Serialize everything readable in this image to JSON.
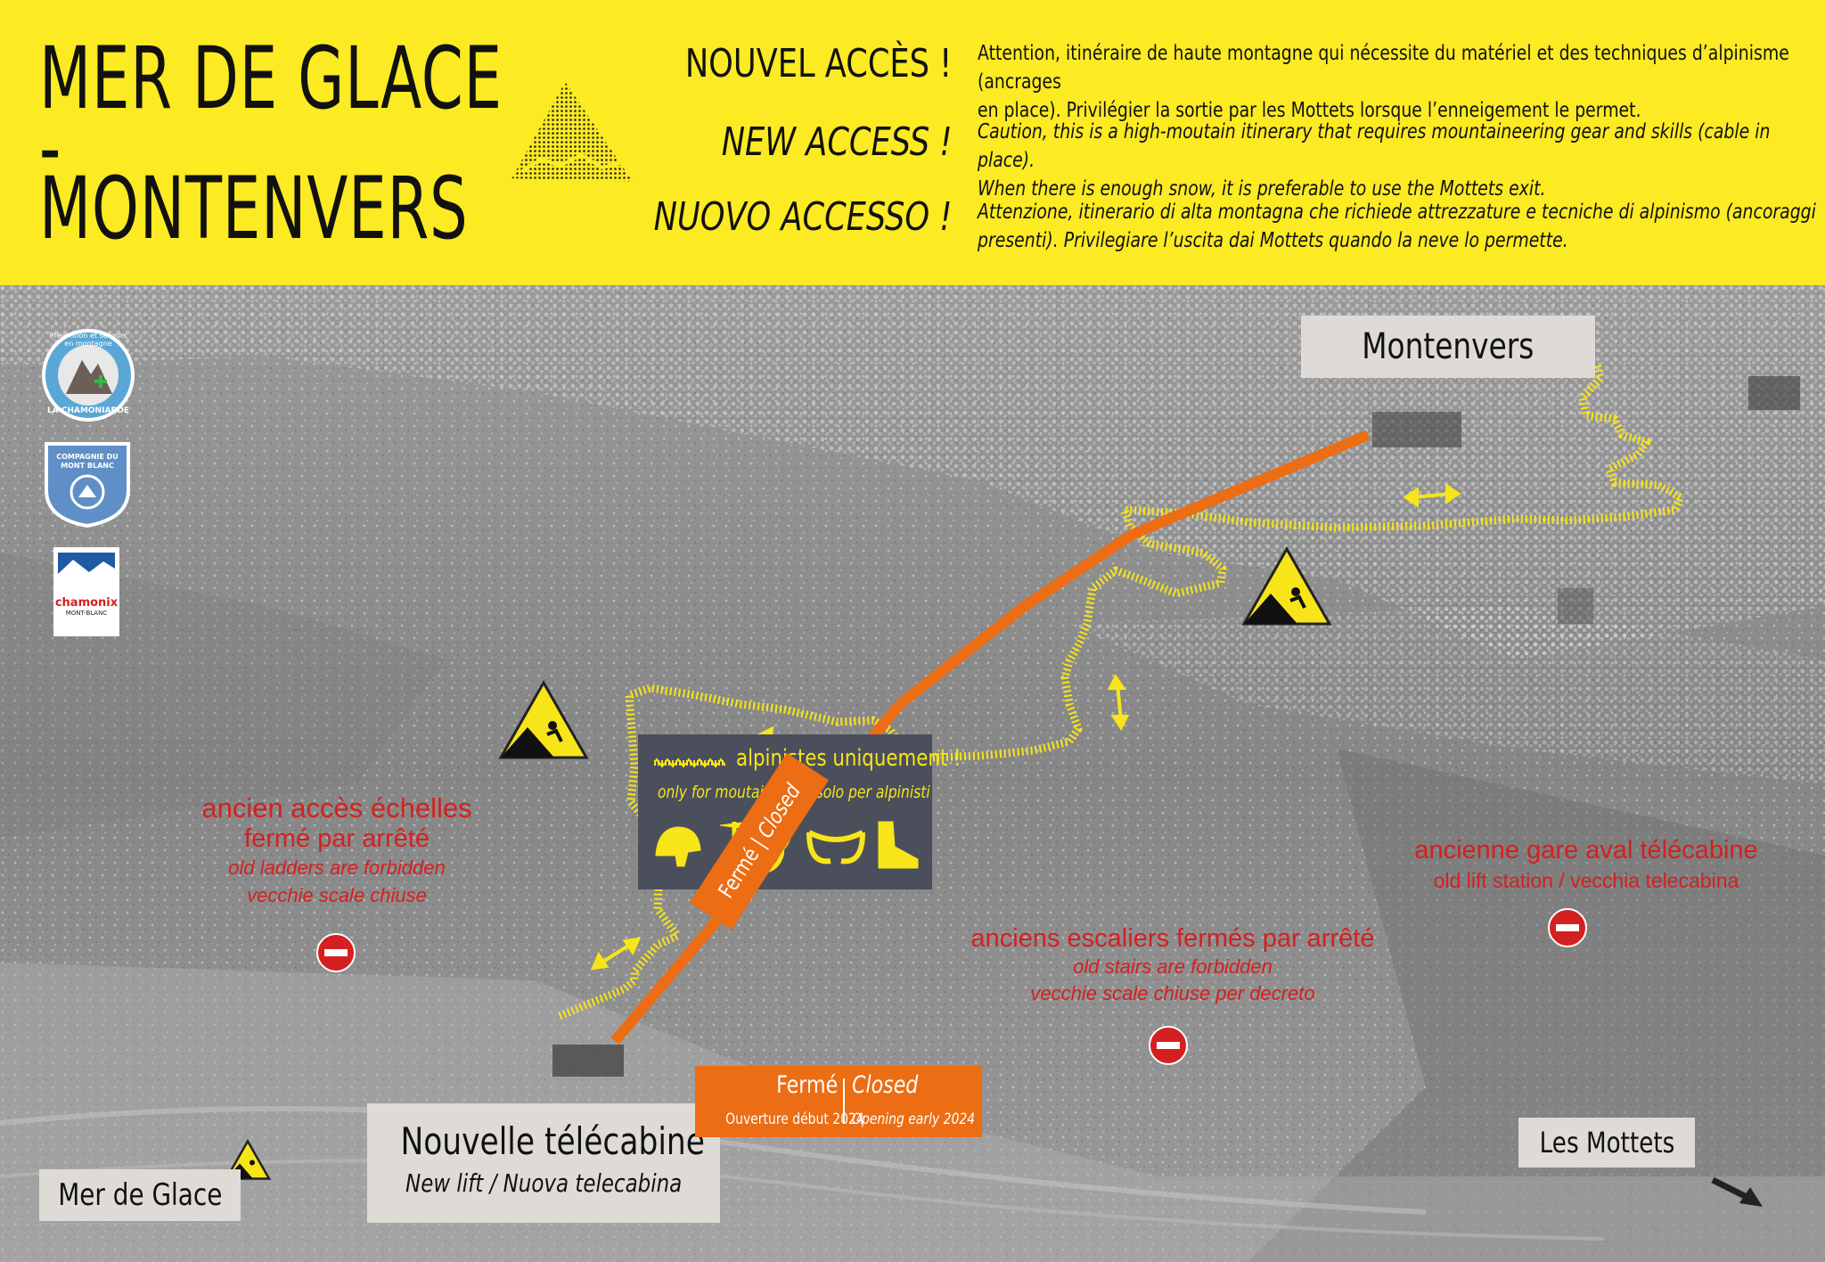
{
  "header": {
    "title_line1": "MER DE GLACE",
    "title_dash": "-",
    "title_line2": "MONTENVERS",
    "access": [
      {
        "heading": "NOUVEL ACCÈS !",
        "text_1": "Attention, itinéraire de haute montagne qui nécessite du matériel et des techniques d’alpinisme (ancrages",
        "text_2": "en place). Privilégier la sortie par les Mottets lorsque l’enneigement le permet."
      },
      {
        "heading": "NEW ACCESS !",
        "text_1": "Caution, this is a high-moutain itinerary that requires mountaineering gear and skills (cable in place).",
        "text_2": "When there is enough snow, it is preferable to use the Mottets exit."
      },
      {
        "heading": "NUOVO ACCESSO !",
        "text_1": "Attenzione, itinerario di alta montagna che richiede attrezzature e tecniche di alpinismo (ancoraggi",
        "text_2": "presenti). Privilegiare l’uscita dai Mottets quando la neve lo permette."
      }
    ]
  },
  "logos": {
    "chamoniarde_top": "Prévention et secours en montagne",
    "chamoniarde_bottom": "LA CHAMONIARDE",
    "cmb_line1": "COMPAGNIE DU",
    "cmb_line2": "MONT BLANC",
    "chamonix_word": "chamonix",
    "chamonix_sub": "MONT-BLANC"
  },
  "legend": {
    "title": "alpinistes uniquement !",
    "subtitle": "only for moutaineers  /  solo per alpinisti",
    "icons": [
      "helmet-icon",
      "ice-axe-icon",
      "rope-icon",
      "harness-icon",
      "crampon-boot-icon"
    ]
  },
  "places": {
    "montenvers": "Montenvers",
    "mer_de_glace": "Mer de Glace",
    "les_mottets": "Les Mottets",
    "new_lift_title": "Nouvelle télécabine",
    "new_lift_sub": "New lift  /  Nuova telecabina"
  },
  "closed_line": {
    "fr": "Fermé",
    "sep": "|",
    "en": "Closed"
  },
  "closed_box": {
    "fr": "Fermé",
    "en": "Closed",
    "fr_sub": "Ouverture début 2024",
    "en_sub": "Opening early 2024"
  },
  "warnings": {
    "ladders": {
      "fr1": "ancien accès échelles",
      "fr2": "fermé par arrêté",
      "en": "old ladders are forbidden",
      "it": "vecchie scale chiuse"
    },
    "stairs": {
      "fr": "anciens escaliers fermés par arrêté",
      "en": "old stairs are forbidden",
      "it": "vecchie scale chiuse per decreto"
    },
    "station": {
      "fr": "ancienne gare aval télécabine",
      "en": "old lift station  /  vecchia telecabina"
    }
  },
  "colors": {
    "header_yellow": "#fcea23",
    "route_yellow": "#f7e519",
    "closed_orange": "#ec6d14",
    "warning_red": "#d42020",
    "legend_bg": "#4b4f5c"
  }
}
